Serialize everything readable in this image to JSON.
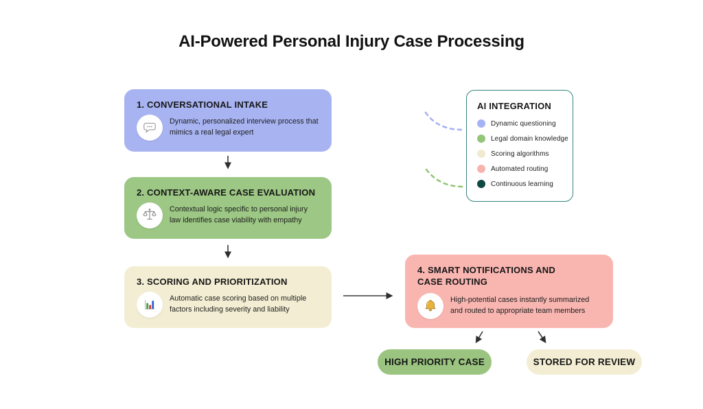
{
  "page": {
    "title": "AI-Powered Personal Injury Case Processing"
  },
  "steps": [
    {
      "heading": "1. CONVERSATIONAL INTAKE",
      "description": "Dynamic, personalized interview process that mimics a real legal expert",
      "color": "#a8b4f2",
      "icon": "speech-bubble-icon"
    },
    {
      "heading": "2. CONTEXT-AWARE CASE EVALUATION",
      "description": "Contextual logic specific to personal injury law identifies case viability with empathy",
      "color": "#9cc784",
      "icon": "scales-icon"
    },
    {
      "heading": "3. SCORING AND PRIORITIZATION",
      "description": "Automatic case scoring based on multiple factors including severity and liability",
      "color": "#f3eed3",
      "icon": "bar-chart-icon"
    },
    {
      "heading": "4. SMART NOTIFICATIONS AND CASE ROUTING",
      "description": "High-potential cases instantly summarized and routed to appropriate team members",
      "color": "#f9b6b1",
      "icon": "bell-icon"
    }
  ],
  "legend": {
    "title": "AI INTEGRATION",
    "border_color": "#35837f",
    "items": [
      {
        "label": "Dynamic questioning",
        "color": "#a5b2f3"
      },
      {
        "label": "Legal domain knowledge",
        "color": "#93c679"
      },
      {
        "label": "Scoring algorithms",
        "color": "#f0ebd0"
      },
      {
        "label": "Automated routing",
        "color": "#f9b3ae"
      },
      {
        "label": "Continuous learning",
        "color": "#0f4843"
      }
    ]
  },
  "outcomes": [
    {
      "label": "HIGH PRIORITY CASE",
      "color": "#9ac480"
    },
    {
      "label": "STORED FOR REVIEW",
      "color": "#f3eed3"
    }
  ]
}
